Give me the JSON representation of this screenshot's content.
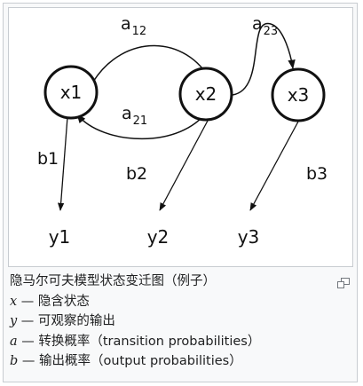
{
  "diagram": {
    "states": [
      "x1",
      "x2",
      "x3"
    ],
    "outputs": [
      "y1",
      "y2",
      "y3"
    ],
    "transitions": [
      {
        "label": "a",
        "sub": "12"
      },
      {
        "label": "a",
        "sub": "21"
      },
      {
        "label": "a",
        "sub": "23"
      }
    ],
    "emissions": [
      "b1",
      "b2",
      "b3"
    ]
  },
  "caption": {
    "title": "隐马尔可夫模型状态变迁图（例子）",
    "legend": [
      {
        "symbol": "x",
        "text": " — 隐含状态"
      },
      {
        "symbol": "y",
        "text": " — 可观察的输出"
      },
      {
        "symbol": "a",
        "text": " — 转换概率（transition probabilities）"
      },
      {
        "symbol": "b",
        "text": " — 输出概率（output probabilities）"
      }
    ]
  },
  "icons": {
    "enlarge": "magnify-icon"
  }
}
